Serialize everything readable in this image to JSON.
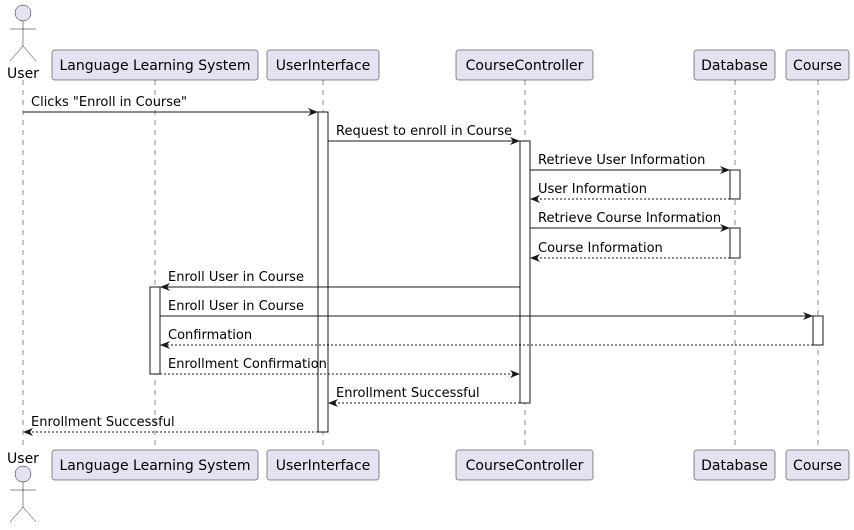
{
  "participants": [
    {
      "id": "user",
      "label": "User",
      "kind": "actor"
    },
    {
      "id": "lls",
      "label": "Language Learning System",
      "kind": "participant"
    },
    {
      "id": "ui",
      "label": "UserInterface",
      "kind": "participant"
    },
    {
      "id": "cc",
      "label": "CourseController",
      "kind": "participant"
    },
    {
      "id": "db",
      "label": "Database",
      "kind": "participant"
    },
    {
      "id": "course",
      "label": "Course",
      "kind": "participant"
    }
  ],
  "messages": [
    {
      "from": "user",
      "to": "ui",
      "label": "Clicks \"Enroll in Course\"",
      "style": "sync"
    },
    {
      "from": "ui",
      "to": "cc",
      "label": "Request to enroll in Course",
      "style": "sync"
    },
    {
      "from": "cc",
      "to": "db",
      "label": "Retrieve User Information",
      "style": "sync"
    },
    {
      "from": "db",
      "to": "cc",
      "label": "User Information",
      "style": "return"
    },
    {
      "from": "cc",
      "to": "db",
      "label": "Retrieve Course Information",
      "style": "sync"
    },
    {
      "from": "db",
      "to": "cc",
      "label": "Course Information",
      "style": "return"
    },
    {
      "from": "cc",
      "to": "lls",
      "label": "Enroll User in Course",
      "style": "sync"
    },
    {
      "from": "lls",
      "to": "course",
      "label": "Enroll User in Course",
      "style": "sync"
    },
    {
      "from": "course",
      "to": "lls",
      "label": "Confirmation",
      "style": "return"
    },
    {
      "from": "lls",
      "to": "cc",
      "label": "Enrollment Confirmation",
      "style": "return"
    },
    {
      "from": "cc",
      "to": "ui",
      "label": "Enrollment Successful",
      "style": "return"
    },
    {
      "from": "ui",
      "to": "user",
      "label": "Enrollment Successful",
      "style": "return"
    }
  ]
}
